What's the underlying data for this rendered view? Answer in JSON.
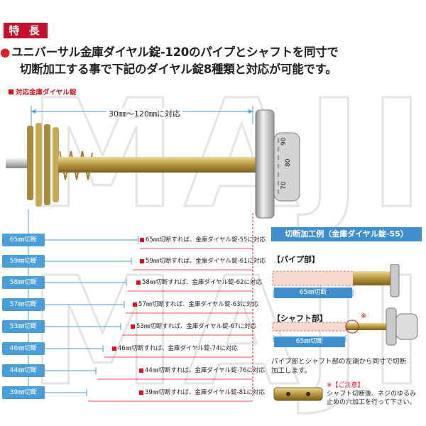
{
  "badge": "特 長",
  "headline": {
    "bullet": "●",
    "line1": "ユニバーサル金庫ダイヤル錠-120のパイプとシャフトを同寸で",
    "line2": "切断加工する事で下記のダイヤル錠8種類と対応が可能です。"
  },
  "subtitle": "対応金庫ダイヤル錠",
  "range_label": "30㎜〜120㎜に対応",
  "dial_numbers": [
    "90",
    "80",
    "70"
  ],
  "cut_rows": [
    {
      "label": "65㎜切断",
      "note": "65㎜切断すれば、金庫ダイヤル錠-55に対応"
    },
    {
      "label": "59㎜切断",
      "note": "59㎜切断すれば、金庫ダイヤル錠-61に対応"
    },
    {
      "label": "58㎜切断",
      "note": "58㎜切断すれば、金庫ダイヤル錠-62に対応"
    },
    {
      "label": "57㎜切断",
      "note": "57㎜切断すれば、金庫ダイヤル錠-63に対応"
    },
    {
      "label": "53㎜切断",
      "note": "53㎜切断すれば、金庫ダイヤル錠-67に対応"
    },
    {
      "label": "46㎜切断",
      "note": "46㎜切断すれば、金庫ダイヤル錠-74に対応"
    },
    {
      "label": "44㎜切断",
      "note": "44㎜切断すれば、金庫ダイヤル錠-76に対応"
    },
    {
      "label": "39㎜切断",
      "note": "39㎜切断すれば、金庫ダイヤル錠-81に対応"
    }
  ],
  "example": {
    "title": "切断加工例（金庫ダイヤル錠-55）",
    "pipe_label": "【パイプ部】",
    "pipe_mm": "65㎜切断",
    "shaft_label": "【シャフト部】",
    "shaft_mark": "※",
    "shaft_mm": "65㎜切断",
    "desc_line1": "パイプ部とシャフト部の左端から同寸で切断",
    "desc_line2": "加工します。",
    "caution_title": "※【ご注意】",
    "caution_line1": "シャフト切断後、ネジのゆるみ",
    "caution_line2": "止めの穴加工を行って下さい。"
  },
  "watermark": "MAJI",
  "colors": {
    "red": "#c8102e",
    "blue": "#3e8fd0",
    "pipe": "#b89a4a",
    "dial": "#c4c4c4"
  }
}
